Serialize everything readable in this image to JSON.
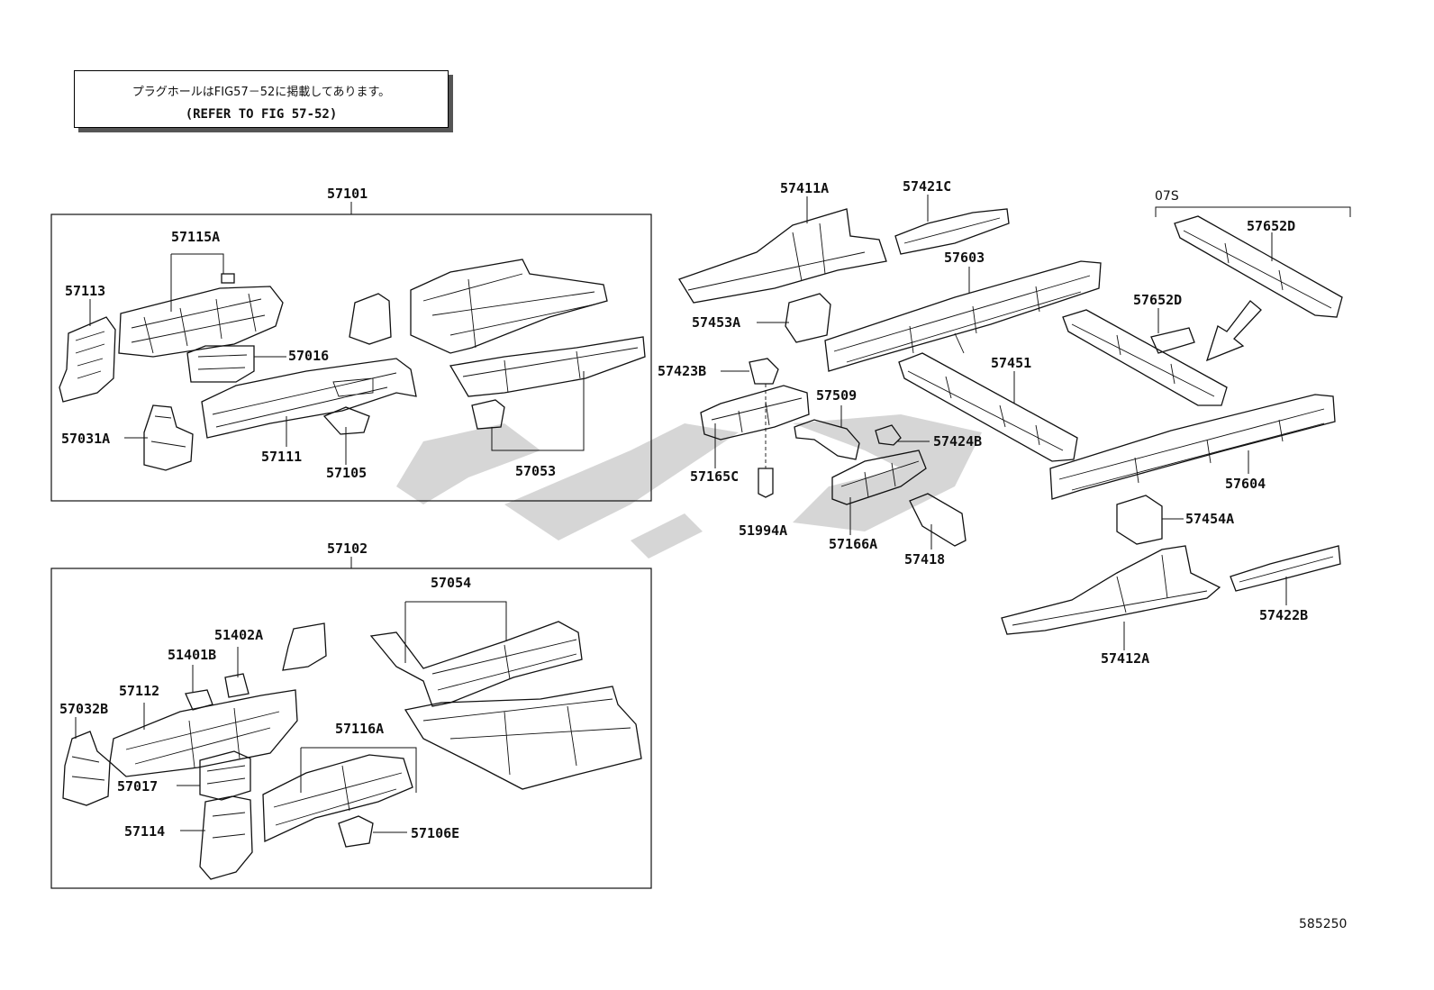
{
  "note": {
    "jp_text": "プラグホールはFIG57－52に掲載してあります。",
    "en_text": "(REFER TO FIG 57-52)"
  },
  "groups": [
    {
      "label": "57101"
    },
    {
      "label": "57102"
    }
  ],
  "bracket_labels": {
    "o7s": "07S"
  },
  "labels": [
    "57115A",
    "57113",
    "57016",
    "57031A",
    "57111",
    "57105",
    "57053",
    "57054",
    "51402A",
    "51401B",
    "57112",
    "57032B",
    "57116A",
    "57017",
    "57114",
    "57106E",
    "57411A",
    "57421C",
    "57652D",
    "57603",
    "57453A",
    "57652D",
    "57423B",
    "57509",
    "57451",
    "57424B",
    "57165C",
    "51994A",
    "57166A",
    "57418",
    "57604",
    "57454A",
    "57422B",
    "57412A"
  ],
  "figure_id": "585250",
  "colors": {
    "line": "#111111",
    "watermark": "#cfcfcf"
  }
}
